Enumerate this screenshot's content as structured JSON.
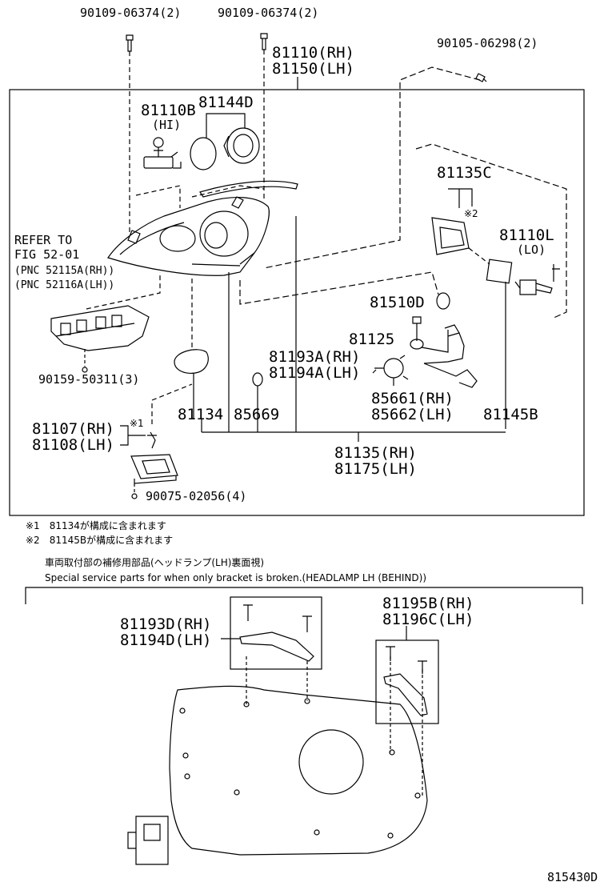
{
  "labels": {
    "bolt_left": "90109-06374(2)",
    "bolt_center": "90109-06374(2)",
    "screw_right": "90105-06298(2)",
    "unit_rh": "81110(RH)",
    "unit_lh": "81150(LH)",
    "bulb_hi": "81110B",
    "bulb_hi_sub": "(HI)",
    "cap": "81144D",
    "cover": "81135C",
    "cover_note": "※2",
    "bulb_lo": "81110L",
    "bulb_lo_sub": "(LO)",
    "refer1": "REFER TO",
    "refer2": "FIG 52-01",
    "refer3": "(PNC 52115A(RH))",
    "refer4": "(PNC 52116A(LH))",
    "level": "81510D",
    "socket": "81125",
    "bracket_a_rh": "81193A(RH)",
    "bracket_a_lh": "81194A(LH)",
    "clip": "90159-50311(3)",
    "unit2_rh": "85661(RH)",
    "unit2_lh": "85662(LH)",
    "gasket": "81134",
    "oring": "85669",
    "gasket_b": "81145B",
    "actuator_rh": "81107(RH)",
    "actuator_lh": "81108(LH)",
    "actuator_note": "※1",
    "housing_rh": "81135(RH)",
    "housing_lh": "81175(LH)",
    "screw_bottom": "90075-02056(4)",
    "note1": "※1　81134が構成に含まれます",
    "note2": "※2　81145Bが構成に含まれます",
    "service_jp": "車両取付部の補修用部品(ヘッドランプ(LH)裏面視)",
    "service_en": "Special service parts for when only bracket is broken.(HEADLAMP LH (BEHIND))",
    "bracket_d_rh": "81193D(RH)",
    "bracket_d_lh": "81194D(LH)",
    "bracket_b_rh": "81195B(RH)",
    "bracket_c_lh": "81196C(LH)",
    "figure_id": "815430D"
  }
}
